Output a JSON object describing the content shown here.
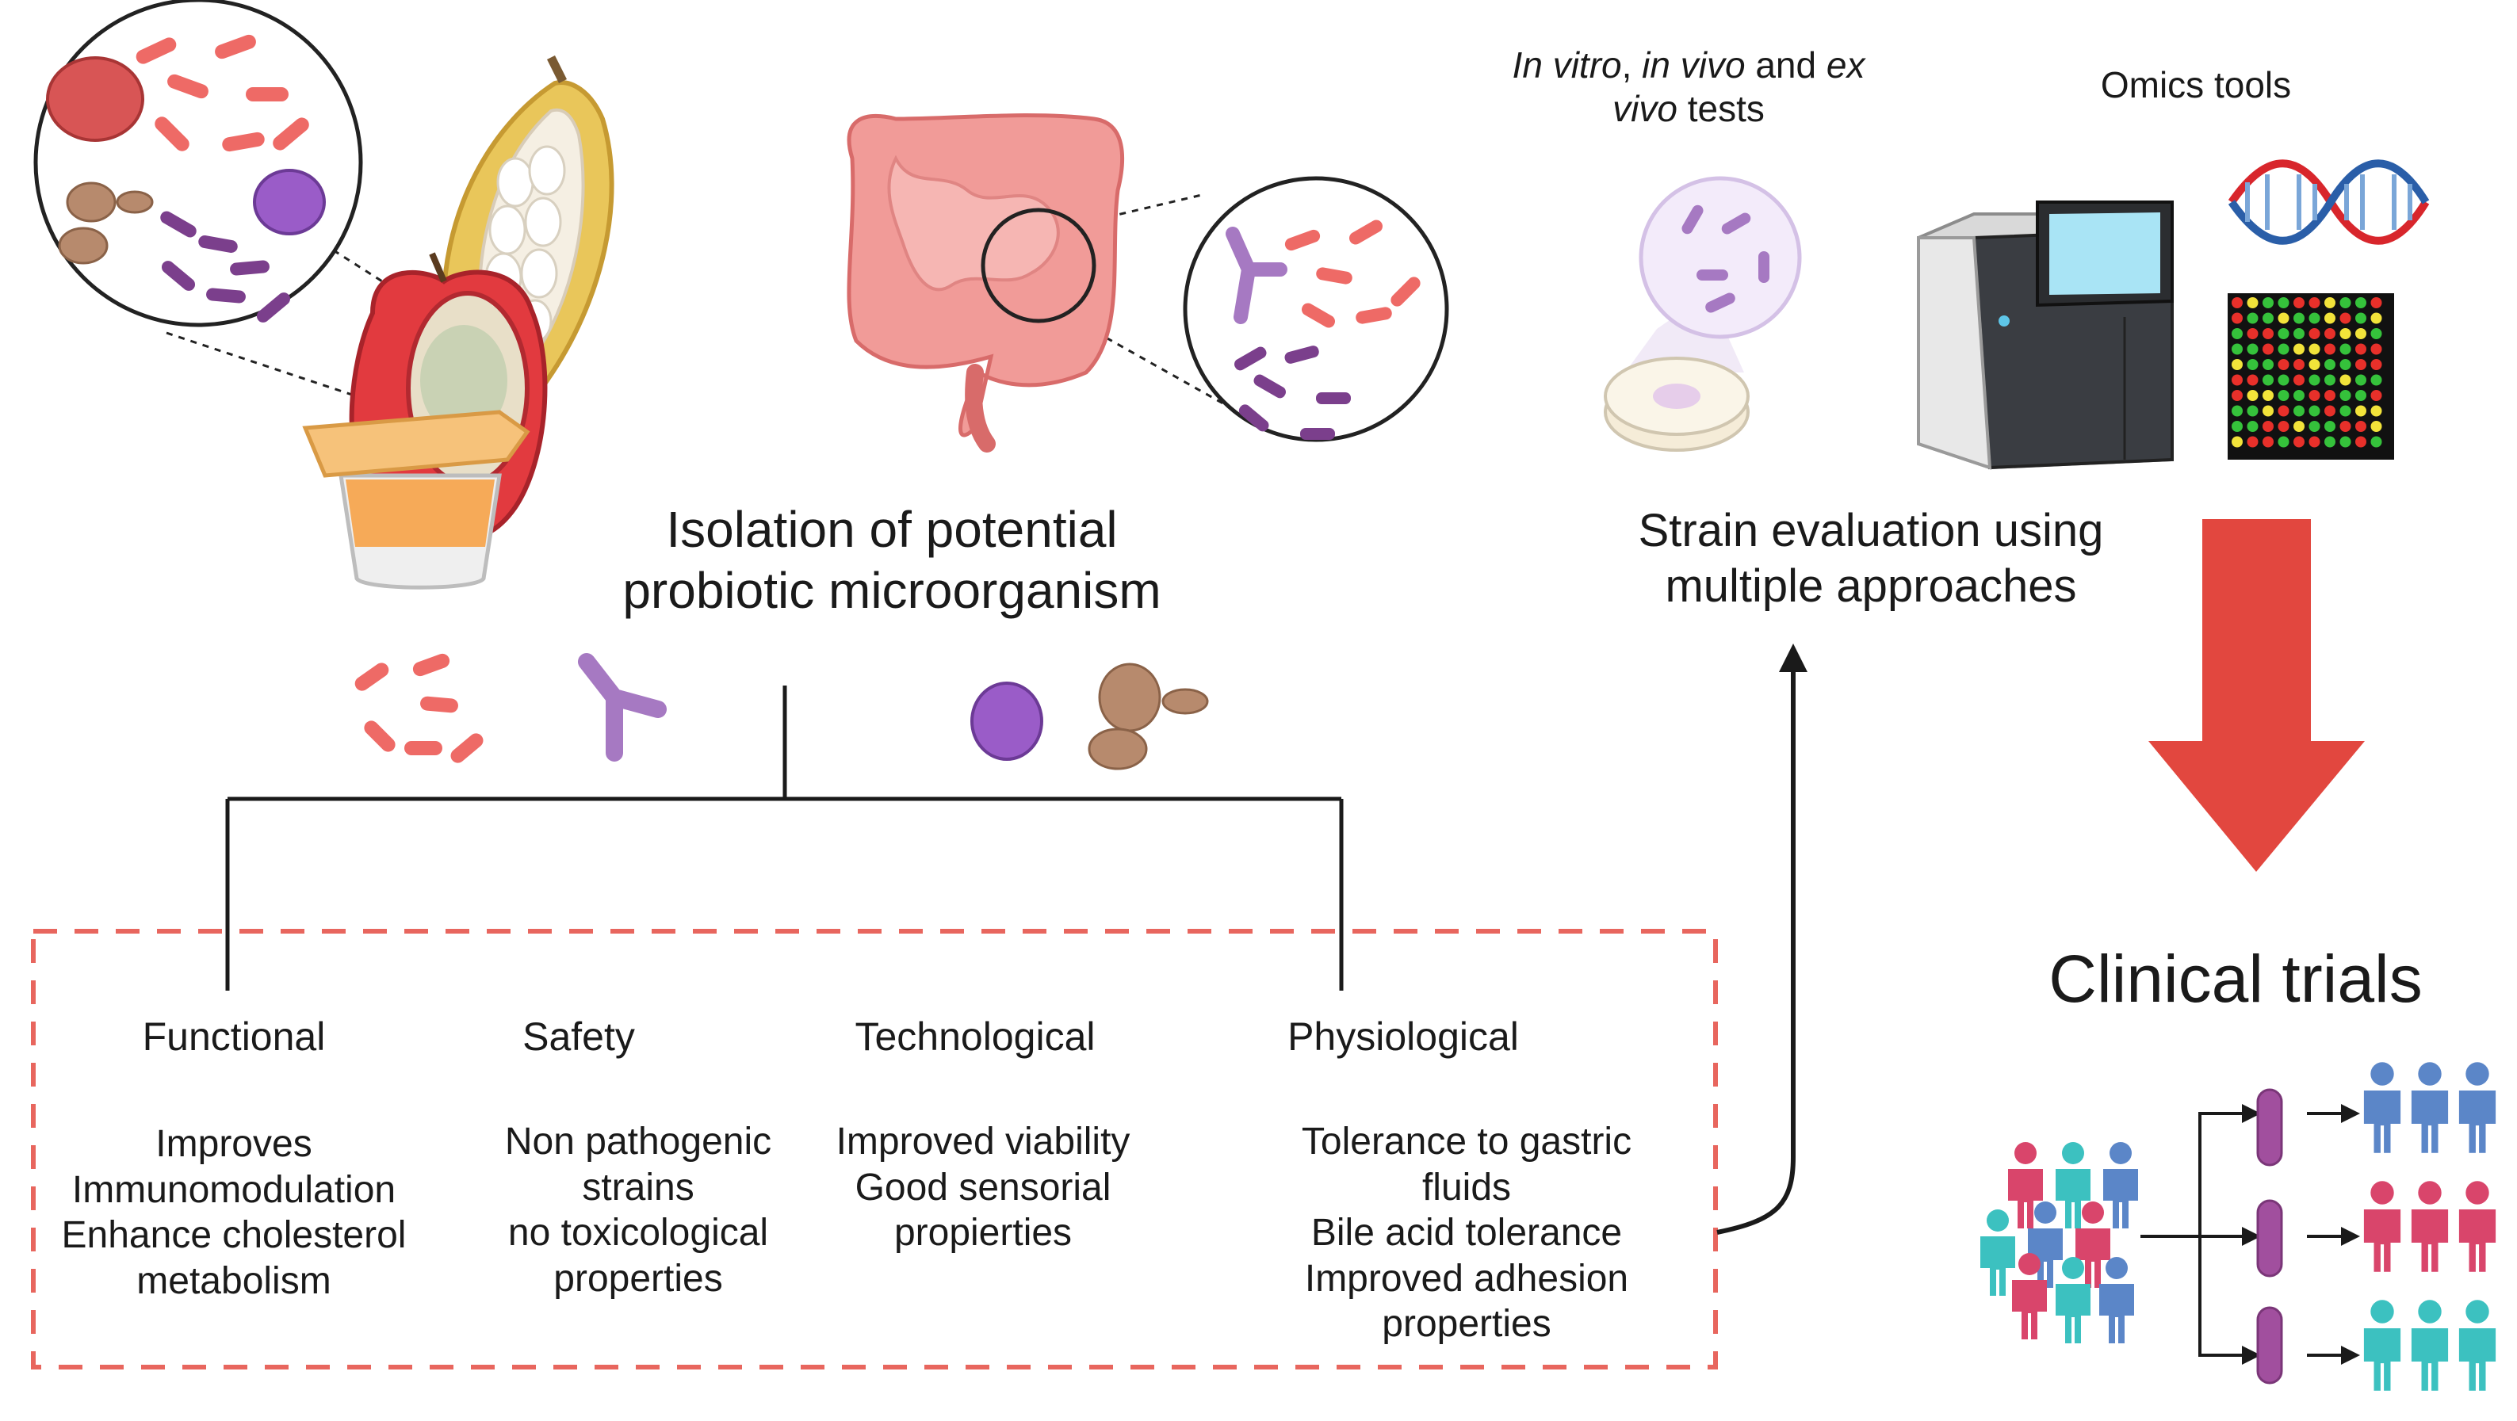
{
  "top_left": {
    "isolation_title": [
      "Isolation of potential",
      "probiotic microorganism"
    ]
  },
  "top_right": {
    "tests_label": {
      "line1": [
        {
          "text": "In vitro",
          "italic": true
        },
        {
          "text": ", ",
          "italic": false
        },
        {
          "text": "in vivo",
          "italic": true
        },
        {
          "text": " and ",
          "italic": false
        },
        {
          "text": "ex",
          "italic": true
        }
      ],
      "line2": [
        {
          "text": "vivo",
          "italic": true
        },
        {
          "text": " tests",
          "italic": false
        }
      ]
    },
    "omics_label": "Omics tools",
    "strain_title": [
      "Strain evaluation using",
      "multiple approaches"
    ]
  },
  "criteria": [
    {
      "heading": "Functional",
      "lines": [
        "Improves",
        "Immunomodulation",
        "Enhance cholesterol",
        "metabolism"
      ]
    },
    {
      "heading": "Safety",
      "lines": [
        "Non pathogenic",
        "strains",
        "no toxicological",
        "properties"
      ]
    },
    {
      "heading": "Technological",
      "lines": [
        "Improved viability",
        "Good sensorial",
        "propierties"
      ]
    },
    {
      "heading": "Physiological",
      "lines": [
        "Tolerance to gastric",
        "fluids",
        "Bile acid tolerance",
        "Improved adhesion",
        "properties"
      ]
    }
  ],
  "clinical": {
    "title": "Clinical trials"
  },
  "colors": {
    "dashed_box": "#e8665e",
    "big_arrow": "#e2473f",
    "bacteria_red": "#ee6a66",
    "bacteria_purple": "#7b3f8c",
    "yeast_brown": "#b78a6d",
    "person_pink": "#d9456b",
    "person_teal": "#3cc1c0",
    "person_blue": "#5b86c8"
  },
  "icons": [
    "yogurt-cup-icon",
    "cacao-pod-icon",
    "intestine-icon",
    "petri-dish-icon",
    "sequencer-icon",
    "dna-helix-icon",
    "microarray-icon",
    "people-group-icon"
  ]
}
